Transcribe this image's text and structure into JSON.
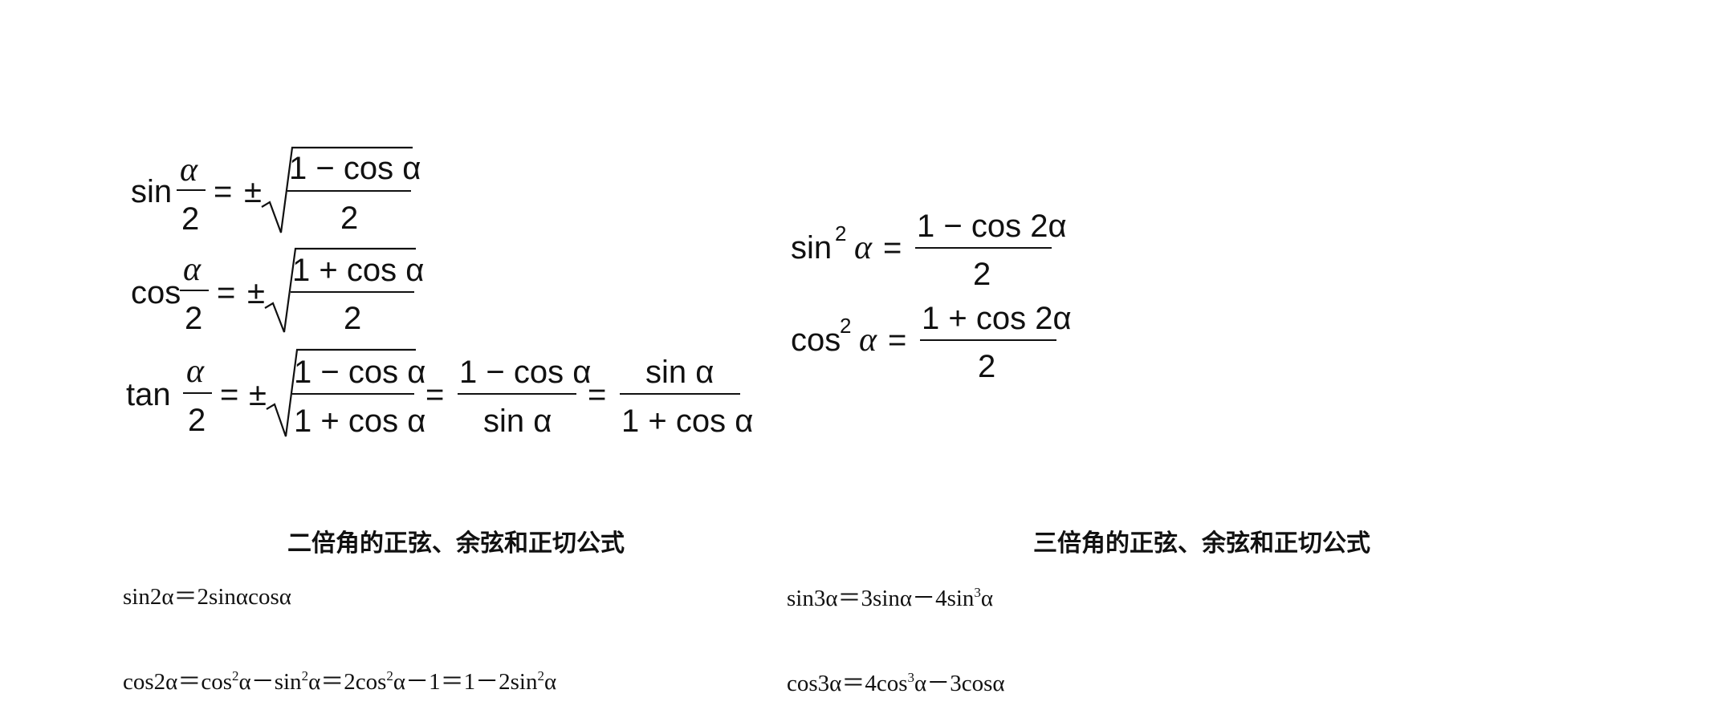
{
  "half_angle": {
    "sin": {
      "fn": "sin",
      "alpha": "α",
      "two": "2",
      "pm": "±",
      "rad_num": "1 − cos α",
      "rad_den": "2"
    },
    "cos": {
      "fn": "cos",
      "alpha": "α",
      "two": "2",
      "pm": "±",
      "rad_num": "1 + cos α",
      "rad_den": "2"
    },
    "tan": {
      "fn": "tan",
      "alpha": "α",
      "two": "2",
      "pm": "±",
      "rad_num": "1 − cos α",
      "rad_den": "1 + cos α",
      "frac2_num": "1 − cos α",
      "frac2_den": "sin α",
      "frac3_num": "sin α",
      "frac3_den": "1 + cos α"
    }
  },
  "power_reduction": {
    "sin2": {
      "fn": "sin",
      "exp": "2",
      "alpha": "α",
      "num": "1 − cos 2α",
      "den": "2"
    },
    "cos2": {
      "fn": "cos",
      "exp": "2",
      "alpha": "α",
      "num": "1 + cos 2α",
      "den": "2"
    }
  },
  "double_angle": {
    "heading": "二倍角的正弦、余弦和正切公式",
    "sin2_lhs": "sin2α＝2sinαcosα",
    "cos2_a": "cos2α＝cos",
    "cos2_exp1": "2",
    "cos2_b": "α－sin",
    "cos2_exp2": "2",
    "cos2_c": "α＝2cos",
    "cos2_exp3": "2",
    "cos2_d": "α－1＝1－2sin",
    "cos2_exp4": "2",
    "cos2_e": "α"
  },
  "triple_angle": {
    "heading": "三倍角的正弦、余弦和正切公式",
    "sin3_a": "sin3α＝3sinα－4sin",
    "sin3_exp": "3",
    "sin3_b": "α",
    "cos3_a": "cos3α＝4cos",
    "cos3_exp": "3",
    "cos3_b": "α－3cosα"
  }
}
